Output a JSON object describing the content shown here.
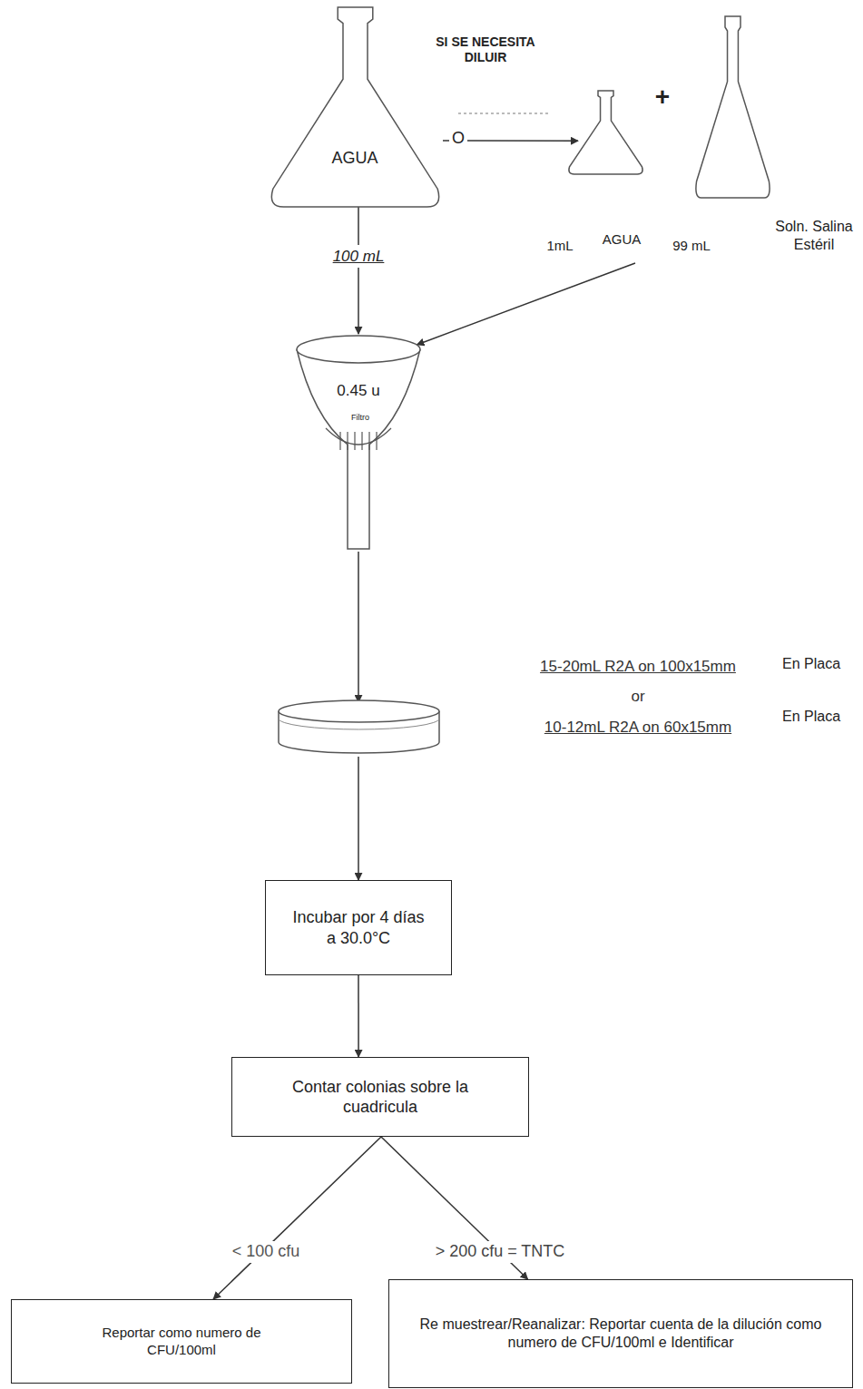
{
  "diagram": {
    "nodes": [
      {
        "text": [
          "AGUA",
          "100 mL"
        ]
      },
      {
        "text": [
          "1mL",
          "AGUA"
        ]
      },
      {
        "text": [
          "99 mL",
          "Soln. Salina Estéril"
        ]
      },
      {
        "text": [
          "0.45 u",
          "Filtro"
        ]
      },
      {
        "text": [
          "15-20mL R2A on 100x15mm",
          "or",
          "10-12mL R2A on 60x15mm"
        ]
      },
      {
        "text": [
          "Incubar por 4 días a 30.0°C"
        ]
      },
      {
        "text": [
          "Contar colonias sobre la cuadricula"
        ]
      },
      {
        "text": [
          "Reportar como numero de CFU/100ml"
        ]
      },
      {
        "text": [
          "Re muestrear/Reanalizar: Reportar cuenta de la dilución como numero de CFU/100ml e Identificar"
        ]
      }
    ],
    "edges": [
      {
        "from": 0,
        "to": 1,
        "arrow": "to",
        "label": "O"
      },
      {
        "from": 2,
        "to": 3,
        "arrow": "to"
      },
      {
        "from": 0,
        "to": 3,
        "arrow": "to"
      },
      {
        "from": 3,
        "to": 4,
        "arrow": "to"
      },
      {
        "from": 4,
        "to": 5,
        "arrow": "to"
      },
      {
        "from": 5,
        "to": 6,
        "arrow": "to"
      },
      {
        "from": 6,
        "to": 7,
        "arrow": "to",
        "label": "< 100 cfu"
      },
      {
        "from": 6,
        "to": 8,
        "arrow": "to",
        "label": "> 200 cfu = TNTC"
      }
    ],
    "labels": [
      "SI SE NECESITA DILUIR",
      "+",
      "En Placa",
      "En Placa"
    ]
  }
}
